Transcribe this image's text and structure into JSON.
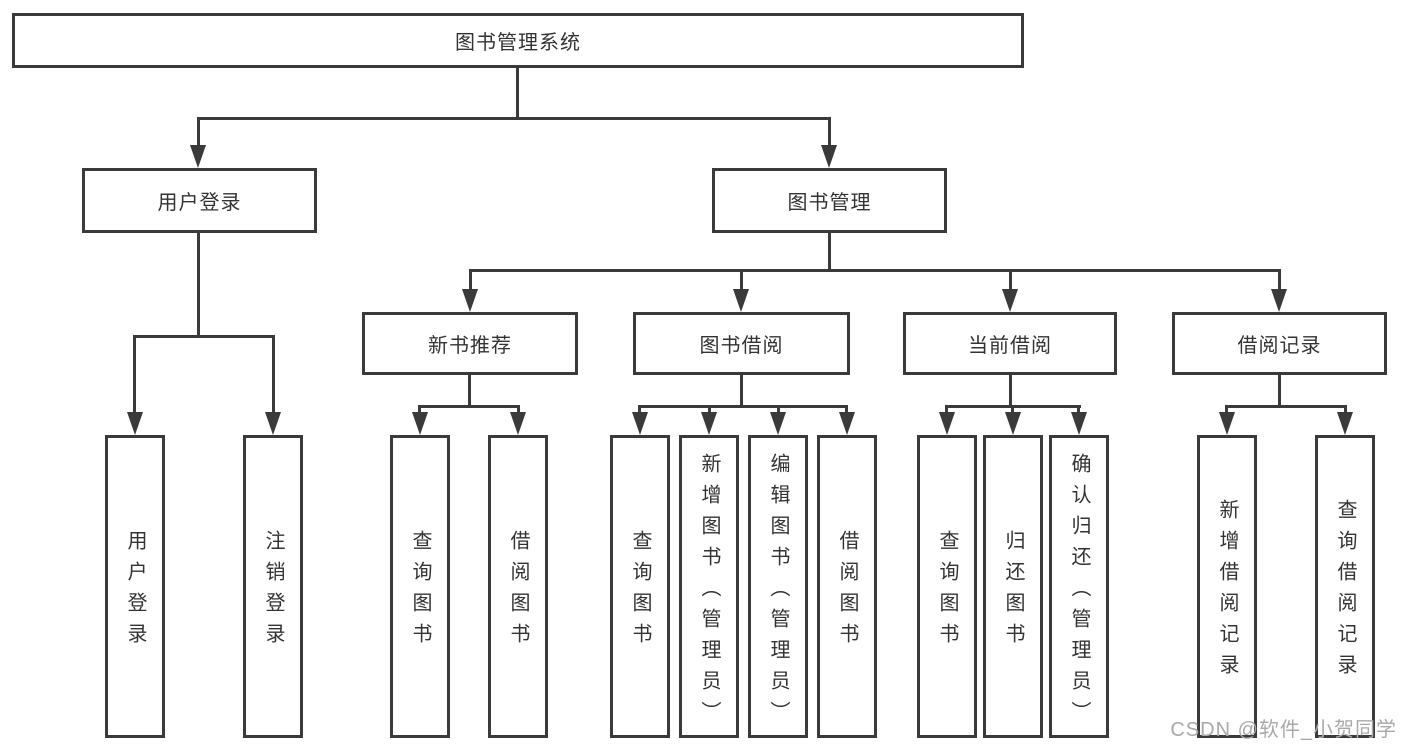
{
  "diagram": {
    "type": "hierarchy-tree",
    "tree": {
      "root": {
        "label": "图书管理系统"
      },
      "level2": [
        {
          "label": "用户登录"
        },
        {
          "label": "图书管理"
        }
      ],
      "level3": [
        {
          "label": "新书推荐",
          "parent": "图书管理"
        },
        {
          "label": "图书借阅",
          "parent": "图书管理"
        },
        {
          "label": "当前借阅",
          "parent": "图书管理"
        },
        {
          "label": "借阅记录",
          "parent": "图书管理"
        }
      ],
      "leaves": [
        {
          "label": "用户登录",
          "parent": "用户登录"
        },
        {
          "label": "注销登录",
          "parent": "用户登录"
        },
        {
          "label": "查询图书",
          "parent": "新书推荐"
        },
        {
          "label": "借阅图书",
          "parent": "新书推荐"
        },
        {
          "label": "查询图书",
          "parent": "图书借阅"
        },
        {
          "label": "新增图书（管理员）",
          "parent": "图书借阅"
        },
        {
          "label": "编辑图书（管理员）",
          "parent": "图书借阅"
        },
        {
          "label": "借阅图书",
          "parent": "图书借阅"
        },
        {
          "label": "查询图书",
          "parent": "当前借阅"
        },
        {
          "label": "归还图书",
          "parent": "当前借阅"
        },
        {
          "label": "确认归还（管理员）",
          "parent": "当前借阅"
        },
        {
          "label": "新增借阅记录",
          "parent": "借阅记录"
        },
        {
          "label": "查询借阅记录",
          "parent": "借阅记录"
        }
      ]
    },
    "colors": {
      "line": "#3a3a3a",
      "text": "#333333",
      "background": "#ffffff",
      "watermark": "#a9a9a9"
    }
  },
  "watermark": {
    "text": "CSDN @软件_小贺同学"
  }
}
